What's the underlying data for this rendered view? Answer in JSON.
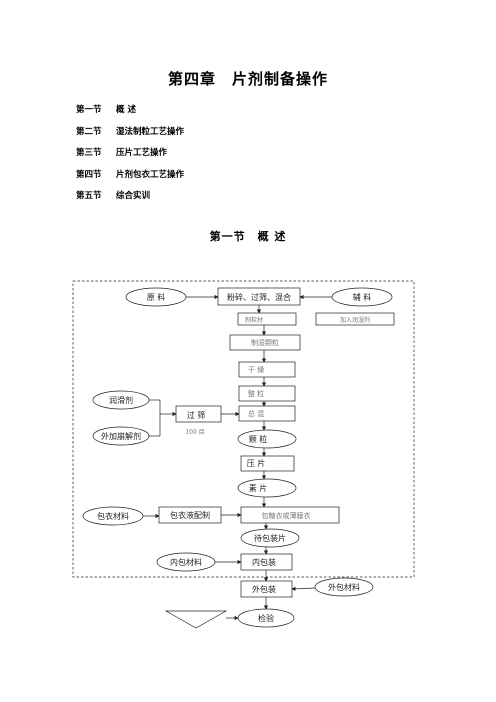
{
  "chapter_title": "第四章　片剂制备操作",
  "toc": [
    {
      "num": "第一节",
      "title": "概  述"
    },
    {
      "num": "第二节",
      "title": "湿法制粒工艺操作"
    },
    {
      "num": "第三节",
      "title": "压片工艺操作"
    },
    {
      "num": "第四节",
      "title": "片剂包衣工艺操作"
    },
    {
      "num": "第五节",
      "title": "综合实训"
    }
  ],
  "section_title": "第一节　概  述",
  "flow": {
    "raw": "原  料",
    "crush": "粉碎、过筛、混合",
    "aux": "辅  料",
    "faint_left": "制软材",
    "faint_right": "加入润湿剂",
    "wet_granule": "制湿颗粒",
    "dry": "干  燥",
    "whole": "整  粒",
    "mix": "总  混",
    "lubricant": "润滑剂",
    "disintegrant": "外加崩解剂",
    "sieve": "过  筛",
    "sieve_note": "100 目",
    "granule": "颗  粒",
    "press": "压  片",
    "tablet": "素  片",
    "coat_material": "包衣材料",
    "coat_prep": "包衣液配制",
    "coat_process": "包糖衣或薄膜衣",
    "to_pack": "待包装片",
    "inner_material": "内包材料",
    "inner_pack": "内包装",
    "outer_material": "外包材料",
    "outer_pack": "外包装",
    "inspect": "检验"
  }
}
